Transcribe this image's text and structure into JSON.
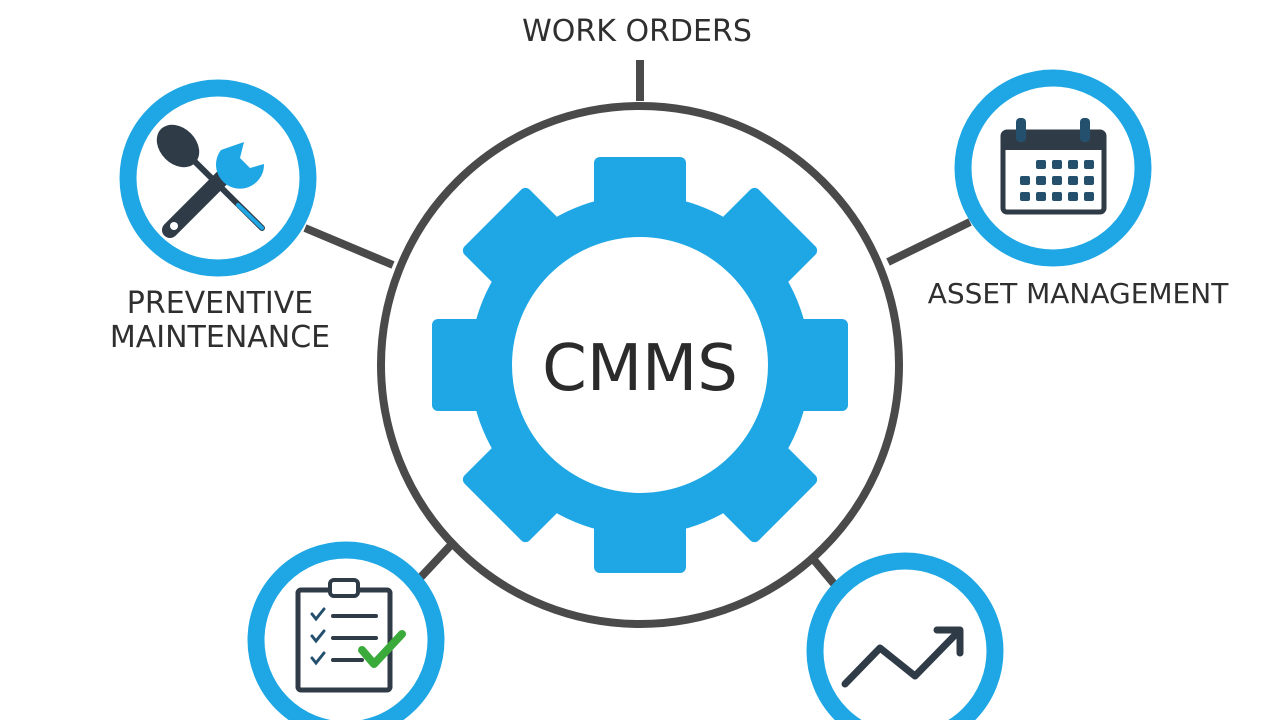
{
  "diagram": {
    "center_label": "CMMS",
    "nodes": {
      "work_orders": {
        "label": "WORK ORDERS"
      },
      "preventive_maintenance": {
        "label_lines": [
          "PREVENTIVE",
          "MAINTENANCE"
        ]
      },
      "asset_management": {
        "label": "ASSET MANAGEMENT"
      }
    },
    "colors": {
      "accent_blue": "#1ea7e4",
      "ring_dark": "#4a4a4a",
      "icon_dark": "#2f3b47",
      "icon_navy": "#24506e",
      "check_green": "#3aab3a",
      "text": "#2f2f2f",
      "background": "#ffffff"
    },
    "icons": [
      "tools-icon",
      "calendar-icon",
      "checklist-icon",
      "trend-up-icon",
      "gear-icon"
    ]
  }
}
